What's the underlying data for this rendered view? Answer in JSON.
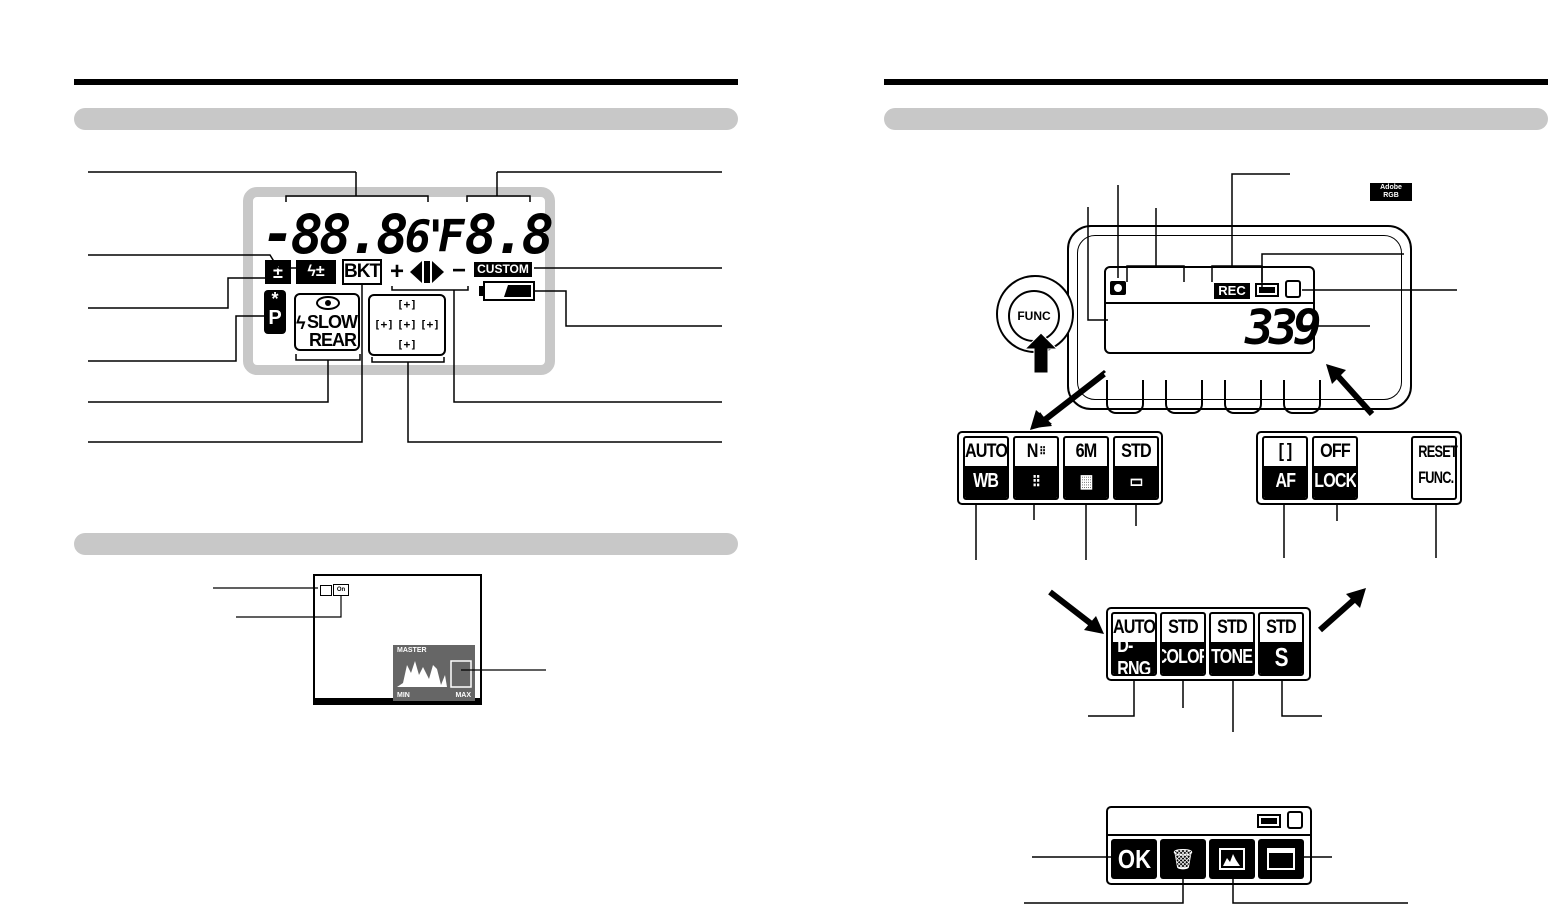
{
  "lcd_top": {
    "shutter_digits": "-88.8",
    "shutter_suffix": "6\"",
    "aperture_prefix": "F",
    "aperture_digits": "8.8",
    "bkt": "BKT",
    "custom": "CUSTOM",
    "program_star": "*",
    "program_letter": "P",
    "slow": "SLOW",
    "rear": "REAR"
  },
  "histogram_screen": {
    "master": "MASTER",
    "min": "MIN",
    "max": "MAX"
  },
  "rear_lcd": {
    "func_button": "FUNC",
    "rec": "REC",
    "frames": "339",
    "adobe_top": "Adobe",
    "adobe_bottom": "RGB"
  },
  "func_row1": [
    {
      "top": "AUTO",
      "bottom": "WB"
    },
    {
      "top": "N",
      "bottom": ""
    },
    {
      "top": "6M",
      "bottom": ""
    },
    {
      "top": "STD",
      "bottom": ""
    }
  ],
  "func_row1_right": [
    {
      "top": "[ ]",
      "bottom": "AF"
    },
    {
      "top": "OFF",
      "bottom": "LOCK"
    },
    {
      "top": "RESET",
      "bottom": "FUNC."
    }
  ],
  "func_row2": [
    {
      "top": "AUTO",
      "bottom": "D-RNG"
    },
    {
      "top": "STD",
      "bottom": "COLOR"
    },
    {
      "top": "STD",
      "bottom": "TONE"
    },
    {
      "top": "STD",
      "bottom": "S"
    }
  ],
  "playback": {
    "ok": "OK"
  }
}
